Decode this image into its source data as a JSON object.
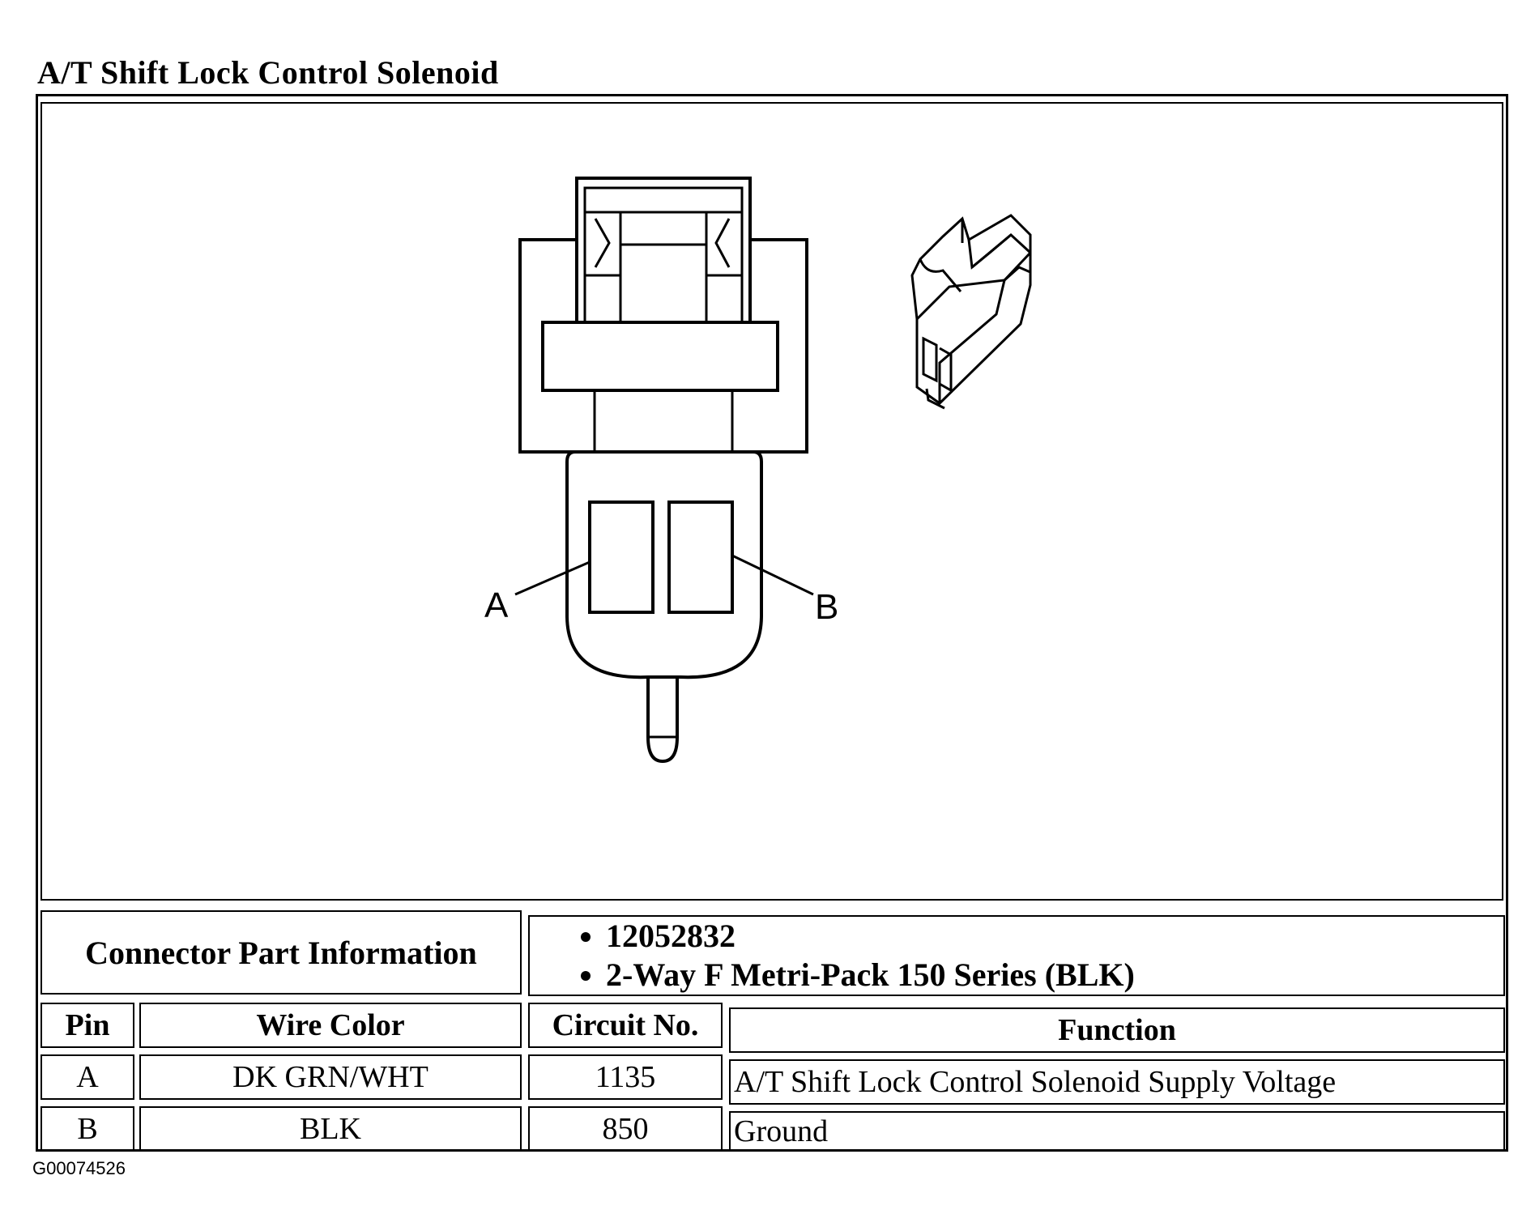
{
  "title": "A/T Shift Lock Control Solenoid",
  "diagram": {
    "pin_labels": [
      "A",
      "B"
    ]
  },
  "connector_info": {
    "label": "Connector Part Information",
    "items": [
      "12052832",
      "2-Way F Metri-Pack 150 Series (BLK)"
    ]
  },
  "table": {
    "headers": {
      "pin": "Pin",
      "wire_color": "Wire Color",
      "circuit": "Circuit No.",
      "function": "Function"
    },
    "rows": [
      {
        "pin": "A",
        "wire_color": "DK GRN/WHT",
        "circuit": "1135",
        "function": "A/T Shift Lock Control Solenoid Supply Voltage"
      },
      {
        "pin": "B",
        "wire_color": "BLK",
        "circuit": "850",
        "function": "Ground"
      }
    ]
  },
  "figure_id": "G00074526"
}
